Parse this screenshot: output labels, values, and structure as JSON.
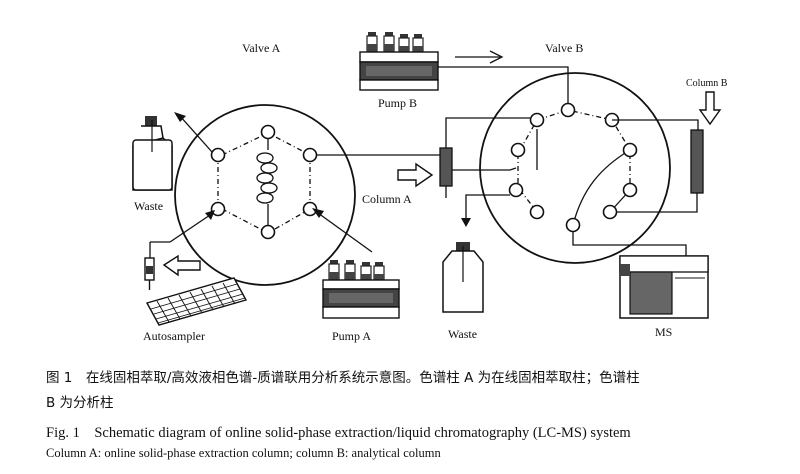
{
  "labels": {
    "valve_a": "Valve A",
    "valve_b": "Valve B",
    "pump_a": "Pump A",
    "pump_b": "Pump B",
    "column_a": "Column A",
    "column_b": "Column B",
    "waste_left": "Waste",
    "waste_bottom": "Waste",
    "autosampler": "Autosampler",
    "ms": "MS"
  },
  "caption": {
    "cn_line1": "图 1　在线固相萃取/高效液相色谱-质谱联用分析系统示意图。色谱柱 A 为在线固相萃取柱；色谱柱",
    "cn_line2": "B 为分析柱",
    "en_line1": "Fig. 1　Schematic diagram of online solid-phase extraction/liquid chromatography (LC-MS) system",
    "en_line2": "Column A: online solid-phase extraction column; column B: analytical column"
  }
}
